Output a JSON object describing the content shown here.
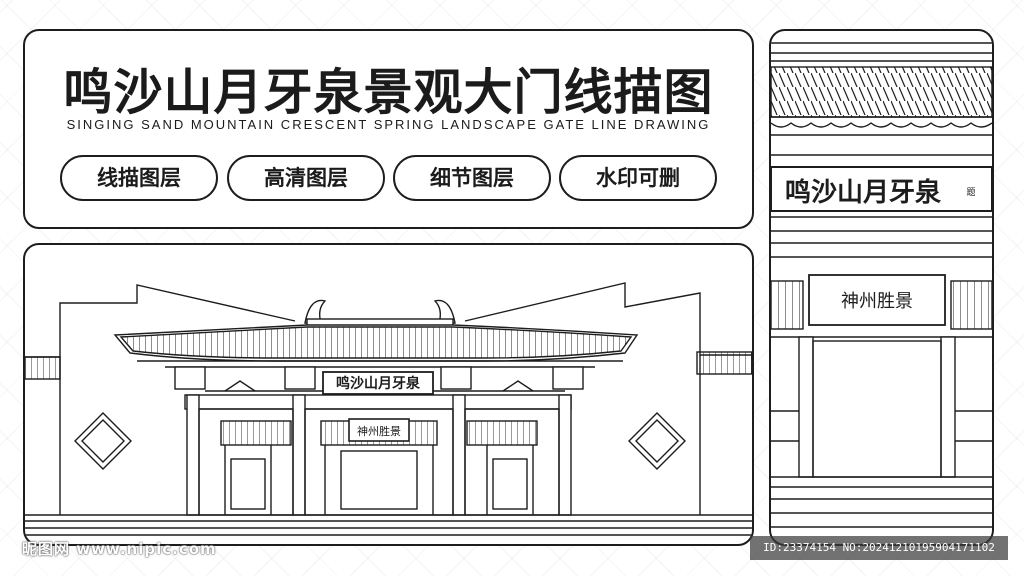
{
  "title": "鸣沙山月牙泉景观大门线描图",
  "subtitle": "SINGING SAND MOUNTAIN CRESCENT SPRING LANDSCAPE GATE LINE DRAWING",
  "tags": [
    "线描图层",
    "高清图层",
    "细节图层",
    "水印可删"
  ],
  "signs": {
    "main": "鸣沙山月牙泉",
    "main_small": "题",
    "lower": "神州胜景"
  },
  "watermark": {
    "site": "昵图网 www.nipic.com",
    "id": "ID:23374154 NO:20241210195904171102"
  },
  "colors": {
    "line": "#1d1d1d",
    "background": "#ffffff"
  }
}
